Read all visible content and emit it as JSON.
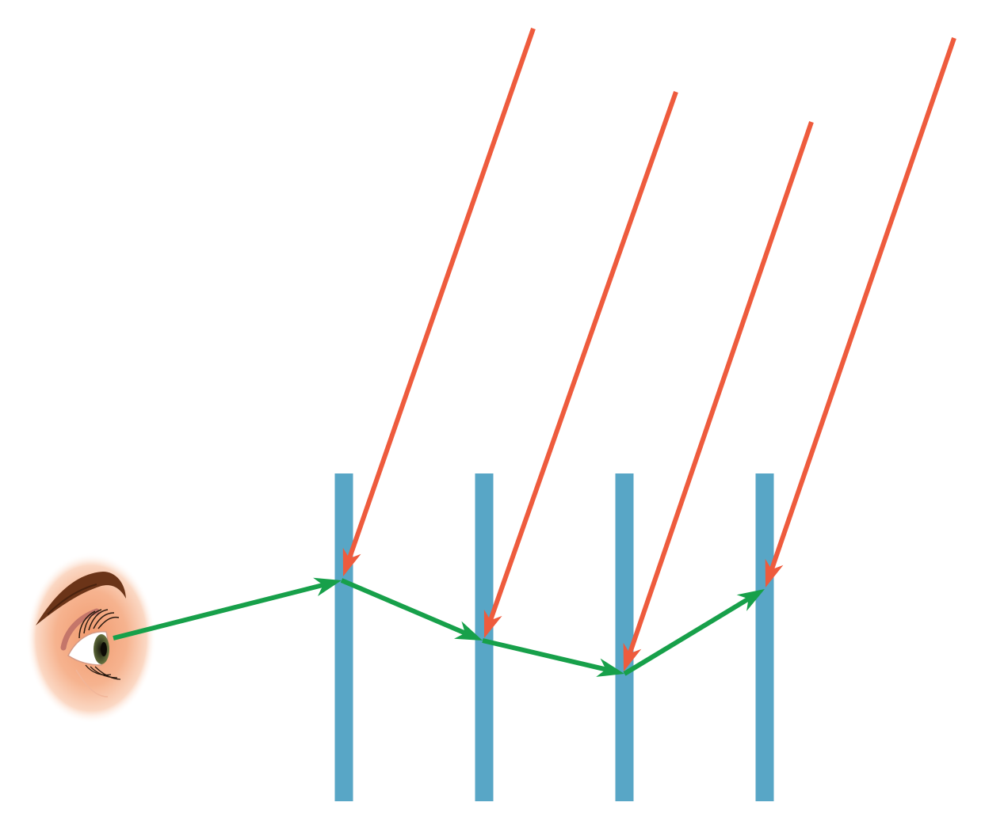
{
  "diagram": {
    "colors": {
      "background": "#ffffff",
      "bar": "#58a6c6",
      "incoming_ray": "#ee5b3d",
      "sight_path": "#17a04a",
      "skin": "#f4a982",
      "eyebrow": "#6b3418",
      "iris": "#4e5a33"
    },
    "elements": {
      "eye": "eye-icon",
      "bars": [
        "vertical-bar",
        "vertical-bar",
        "vertical-bar",
        "vertical-bar"
      ],
      "incoming_rays": [
        "incoming-ray-arrow",
        "incoming-ray-arrow",
        "incoming-ray-arrow",
        "incoming-ray-arrow"
      ],
      "sight_path_segments": [
        "sight-path-arrow",
        "sight-path-arrow",
        "sight-path-arrow",
        "sight-path-arrow"
      ]
    }
  }
}
